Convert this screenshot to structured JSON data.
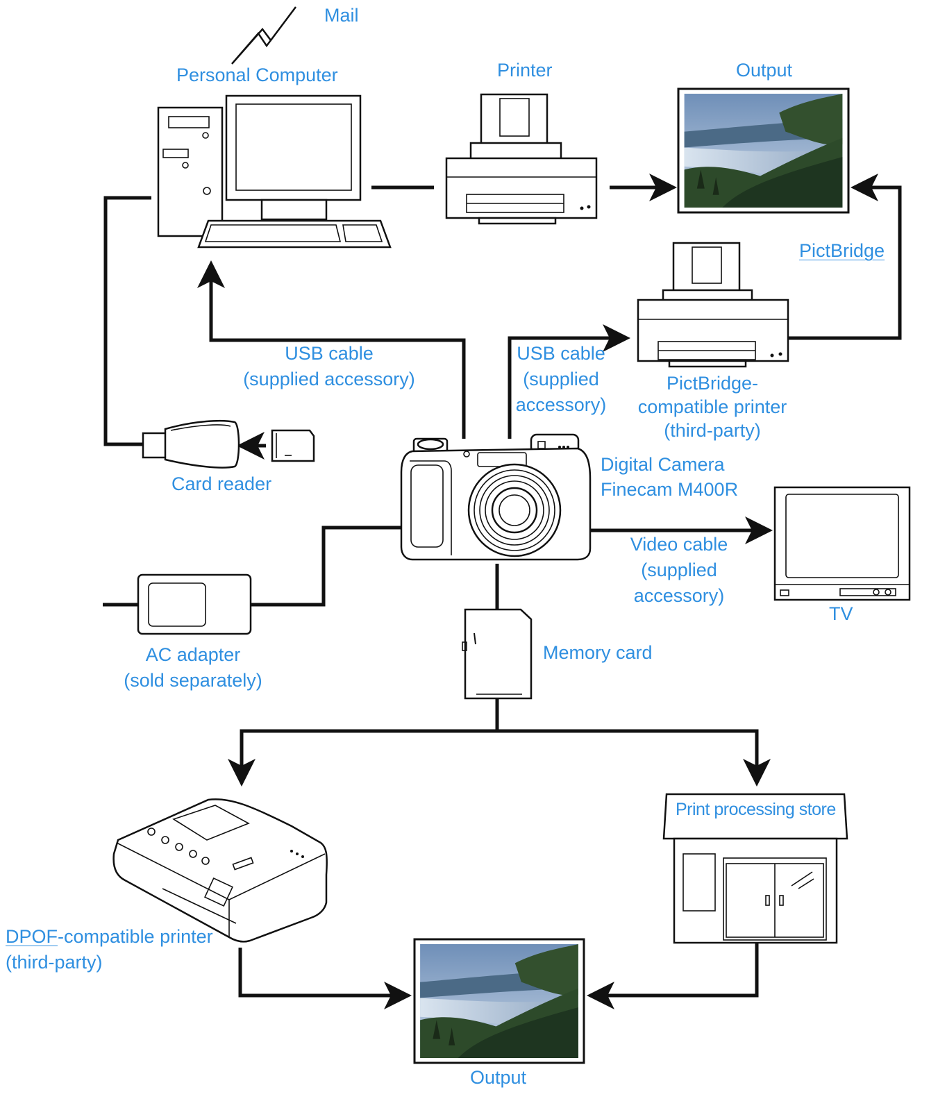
{
  "labels": {
    "mail": "Mail",
    "personal_computer": "Personal Computer",
    "printer": "Printer",
    "output_top": "Output",
    "pictbridge": "PictBridge",
    "usb_left_1": "USB cable",
    "usb_left_2": "(supplied accessory)",
    "usb_right_1": "USB cable",
    "usb_right_2": "(supplied",
    "usb_right_3": "accessory)",
    "pb_printer_1": "PictBridge-",
    "pb_printer_2": "compatible printer",
    "pb_printer_3": "(third-party)",
    "camera_1": "Digital Camera",
    "camera_2": "Finecam M400R",
    "card_reader": "Card reader",
    "video_1": "Video cable",
    "video_2": "(supplied",
    "video_3": "accessory)",
    "tv": "TV",
    "ac_1": "AC adapter",
    "ac_2": "(sold separately)",
    "memory_card": "Memory card",
    "store": "Print processing store",
    "dpof_prefix": "DPOF",
    "dpof_rest": "-compatible printer",
    "dpof_2": "(third-party)",
    "output_bottom": "Output"
  },
  "colors": {
    "label": "#2f8fe0",
    "line": "#111111",
    "sky": "#a9bdd6",
    "water": "#cfdbe8",
    "forest": "#2d4a2a"
  },
  "icons": [
    "lightning-icon",
    "computer-icon",
    "printer-icon",
    "photo-icon",
    "camera-icon",
    "card-reader-icon",
    "memory-card-icon",
    "tv-icon",
    "ac-adapter-icon",
    "dpof-printer-icon",
    "store-icon"
  ]
}
